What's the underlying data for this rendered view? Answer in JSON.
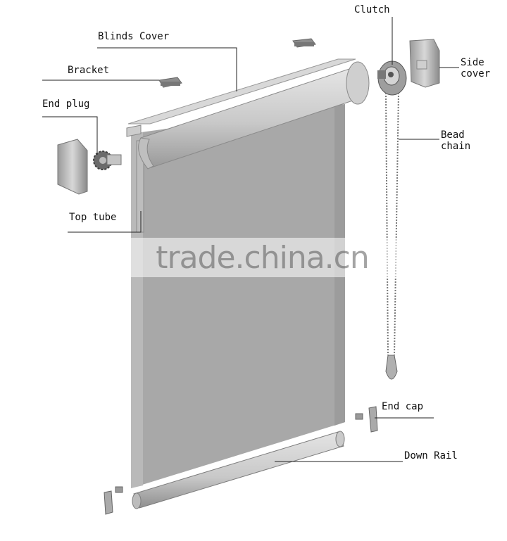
{
  "labels": {
    "clutch": "Clutch",
    "blinds_cover": "Blinds Cover",
    "bracket": "Bracket",
    "end_plug": "End plug",
    "side_cover": "Side cover",
    "bead_chain": "Bead chain",
    "top_tube": "Top tube",
    "end_cap": "End cap",
    "down_rail": "Down Rail"
  },
  "watermark": "trade.china.cn"
}
